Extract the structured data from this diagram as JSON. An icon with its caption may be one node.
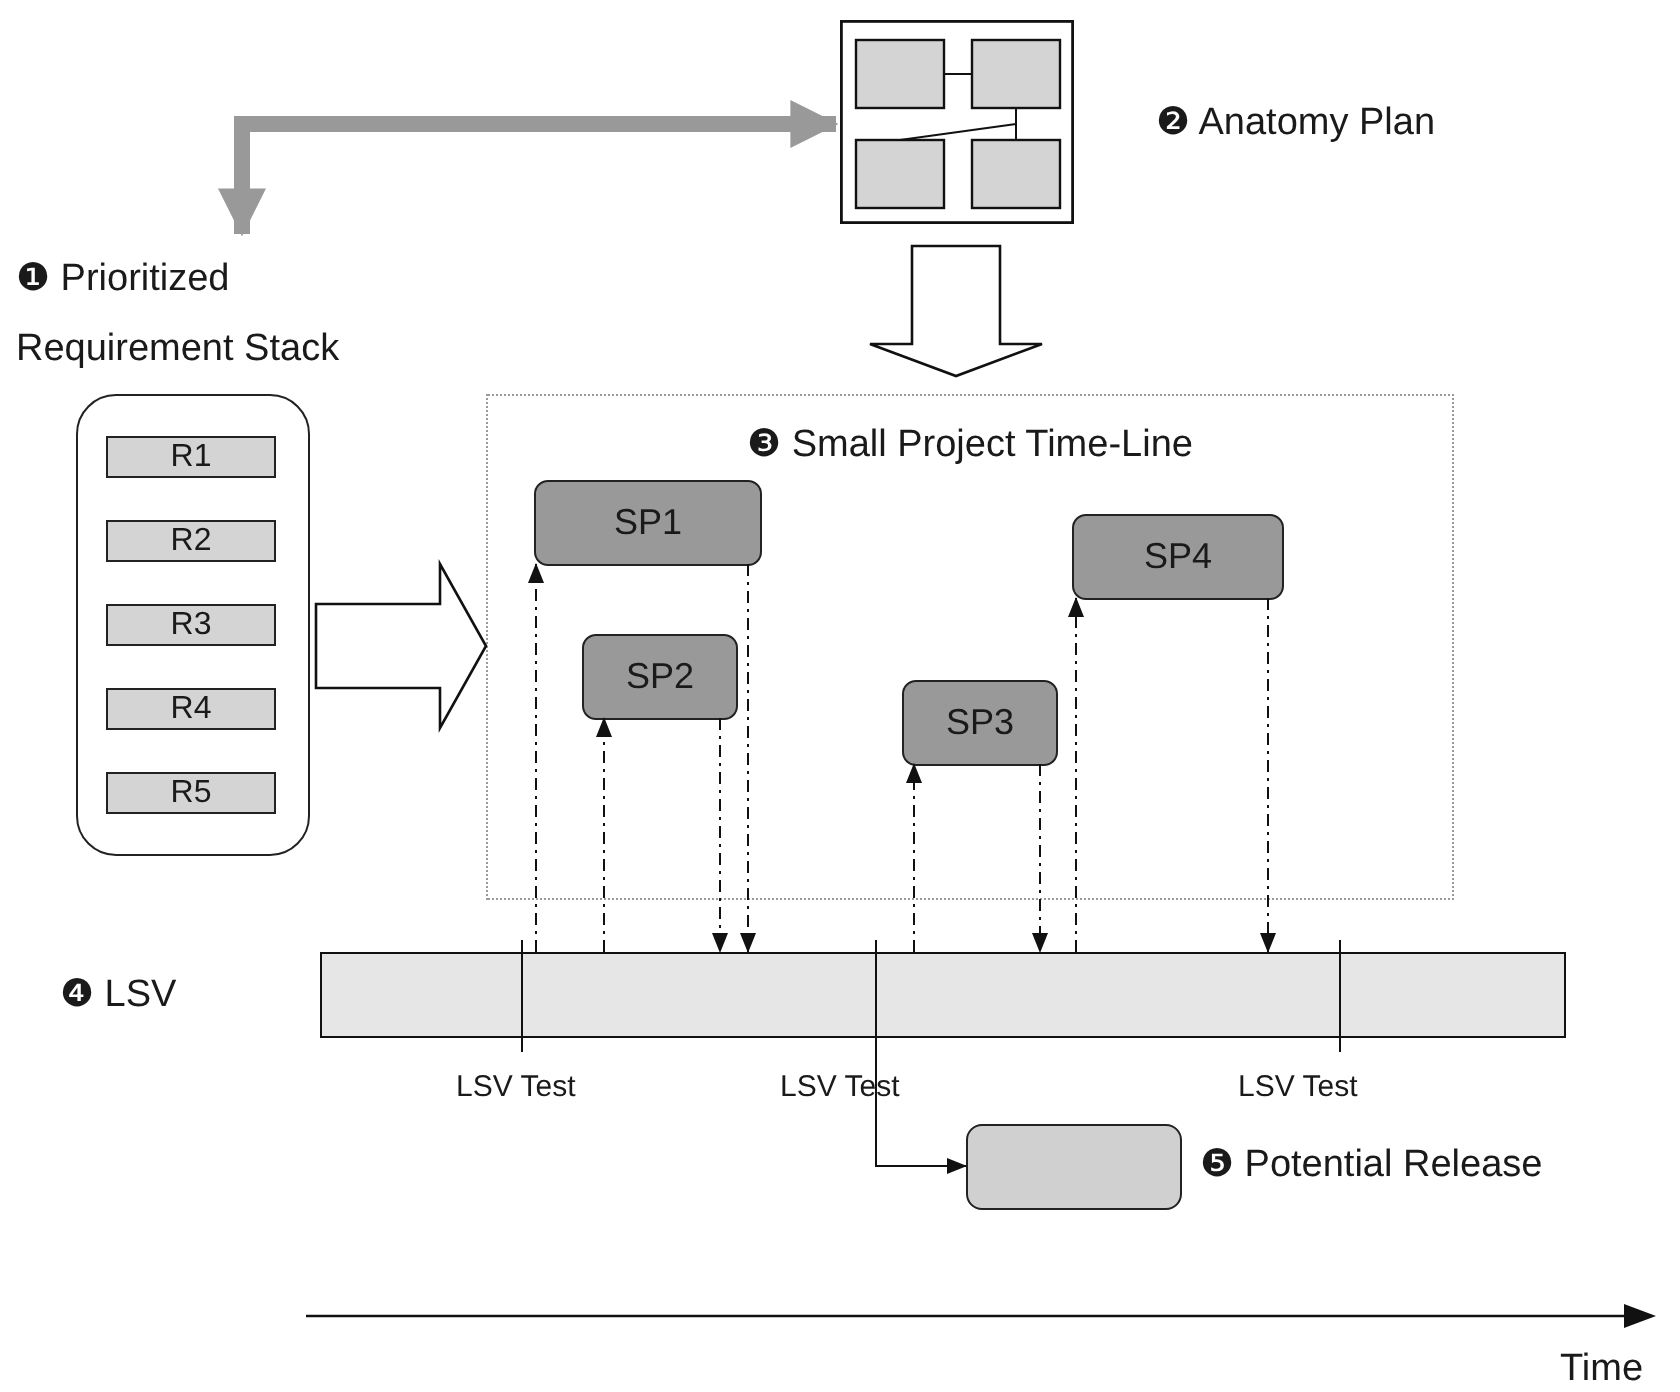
{
  "diagram": {
    "nodes": [
      {
        "text": [
          "❶ Prioritized Requirement Stack"
        ]
      },
      {
        "text": [
          "R1"
        ],
        "in": 0
      },
      {
        "text": [
          "R2"
        ],
        "in": 0
      },
      {
        "text": [
          "R3"
        ],
        "in": 0
      },
      {
        "text": [
          "R4"
        ],
        "in": 0
      },
      {
        "text": [
          "R5"
        ],
        "in": 0
      },
      {
        "text": [],
        "shape": "picture",
        "beside": [
          "❷ Anatomy Plan"
        ]
      },
      {
        "text": [
          "❸ Small Project Time-Line"
        ]
      },
      {
        "text": [
          "SP1"
        ],
        "in": 7
      },
      {
        "text": [
          "SP2"
        ],
        "in": 7
      },
      {
        "text": [
          "SP3"
        ],
        "in": 7
      },
      {
        "text": [
          "SP4"
        ],
        "in": 7
      },
      {
        "text": [],
        "shape": "bar",
        "beside": [
          "❹ LSV"
        ]
      },
      {
        "text": [],
        "shape": "box",
        "beside": [
          "❺ Potential Release"
        ]
      }
    ],
    "edges": [
      {
        "from": 6,
        "to": 0,
        "arrow": "both",
        "style": "thick",
        "color": "#999999"
      },
      {
        "from": 6,
        "to": 7,
        "arrow": "to",
        "style": "thick"
      },
      {
        "from": 0,
        "to": 7,
        "arrow": "to",
        "style": "thick"
      },
      {
        "from": 12,
        "to": 8,
        "arrow": "to",
        "style": "dashed"
      },
      {
        "from": 12,
        "to": 9,
        "arrow": "to",
        "style": "dashed"
      },
      {
        "from": 8,
        "to": 12,
        "arrow": "to",
        "style": "dashed"
      },
      {
        "from": 9,
        "to": 12,
        "arrow": "to",
        "style": "dashed"
      },
      {
        "from": 12,
        "to": 10,
        "arrow": "to",
        "style": "dashed"
      },
      {
        "from": 12,
        "to": 11,
        "arrow": "to",
        "style": "dashed"
      },
      {
        "from": 10,
        "to": 12,
        "arrow": "to",
        "style": "dashed"
      },
      {
        "from": 11,
        "to": 12,
        "arrow": "to",
        "style": "dashed"
      },
      {
        "from": 12,
        "to": 13,
        "arrow": "to"
      }
    ],
    "labels": [
      "LSV Test",
      "LSV Test",
      "LSV Test",
      "Time"
    ]
  }
}
